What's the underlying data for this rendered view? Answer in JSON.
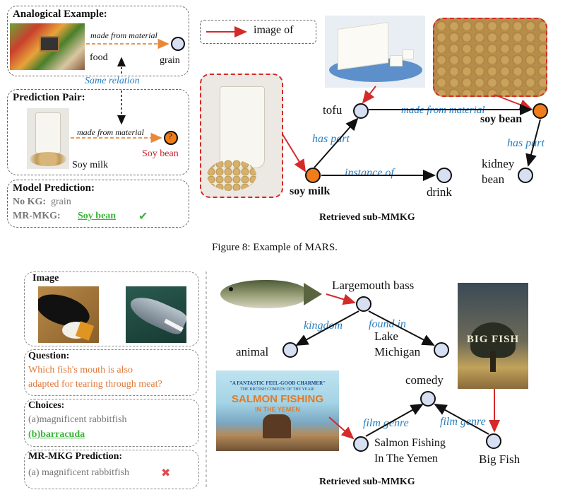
{
  "fig8": {
    "analogical": {
      "title": "Analogical Example:",
      "relation": "made from material",
      "head": "food",
      "tail": "grain",
      "same_relation": "Same relation"
    },
    "prediction_pair": {
      "title": "Prediction Pair:",
      "relation": "made from material",
      "head": "Soy milk",
      "answer": "Soy bean",
      "question_mark": "?"
    },
    "model_prediction": {
      "title": "Model Prediction:",
      "nokg_label": "No KG:",
      "nokg_value": "grain",
      "mrmkg_label": "MR-MKG:",
      "mrmkg_value": "Soy bean",
      "check": "✔"
    },
    "legend": {
      "label": "image of"
    },
    "graph": {
      "tofu": "tofu",
      "soy_bean": "soy bean",
      "soy_milk": "soy milk",
      "drink": "drink",
      "kidney_bean_1": "kidney",
      "kidney_bean_2": "bean",
      "made_from_material": "made from material",
      "has_part_left": "has part",
      "has_part_right": "has part",
      "instance_of": "instance of"
    },
    "sub_caption": "Retrieved sub-MMKG",
    "caption": "Figure 8: Example of MARS."
  },
  "fig9": {
    "image_title": "Image",
    "question_title": "Question:",
    "question_line1": "Which fish's mouth is also",
    "question_line2": "adapted for tearing through meat?",
    "choices_title": "Choices:",
    "choice_a": "(a)magnificent rabbitfish",
    "choice_b": "(b)barracuda",
    "prediction_title": "MR-MKG Prediction:",
    "prediction_value": "(a) magnificent rabbitfish",
    "cross": "✖",
    "graph": {
      "largemouth": "Largemouth bass",
      "kingdom": "kingdom",
      "found_in": "found in",
      "animal": "animal",
      "lake1": "Lake",
      "lake2": "Michigan",
      "comedy": "comedy",
      "film_genre_left": "film genre",
      "film_genre_right": "film genre",
      "salmon1": "Salmon Fishing",
      "salmon2": "In The Yemen",
      "bigfish": "Big Fish"
    },
    "poster_salmon": {
      "tagline": "\"A FANTASTIC FEEL-GOOD CHARMER\"",
      "subtagline": "THE BRITISH COMEDY OF THE YEAR!",
      "title1": "SALMON FISHING",
      "title2": "IN THE YEMEN"
    },
    "poster_bigfish": {
      "title": "BIG FISH"
    },
    "sub_caption": "Retrieved sub-MMKG"
  },
  "colors": {
    "accent_orange": "#f07d1a",
    "node_blue": "#d6e0f2",
    "relation_blue": "#2a7fbf",
    "arrow_red": "#d42a2a",
    "correct_green": "#3bb43b"
  }
}
